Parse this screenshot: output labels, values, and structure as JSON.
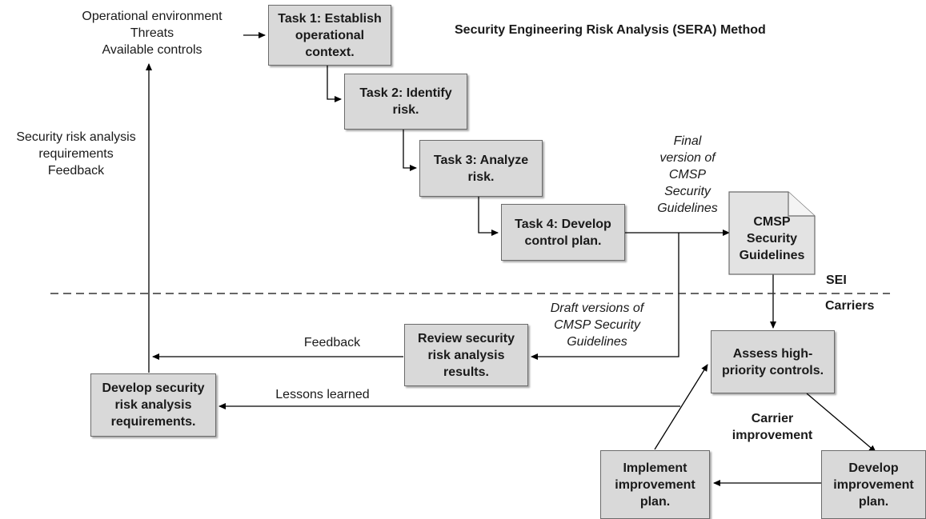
{
  "title": "Security Engineering Risk Analysis (SERA) Method",
  "tasks": {
    "task1": "Task 1: Establish\noperational\ncontext.",
    "task2": "Task 2: Identify\nrisk.",
    "task3": "Task 3: Analyze\nrisk.",
    "task4": "Task 4: Develop\ncontrol plan."
  },
  "inputs": "Operational environment\nThreats\nAvailable controls",
  "requirements_label": "Security risk analysis\nrequirements\nFeedback",
  "final_version_label": "Final\nversion of\nCMSP\nSecurity\nGuidelines",
  "document": "CMSP\nSecurity\nGuidelines",
  "sei_label": "SEI",
  "carriers_label": "Carriers",
  "draft_label": "Draft  versions of\nCMSP Security\nGuidelines",
  "review_box": "Review security\nrisk analysis\nresults.",
  "feedback_label": "Feedback",
  "develop_req_box": "Develop security\nrisk analysis\nrequirements.",
  "lessons_label": "Lessons learned",
  "assess_box": "Assess high-\npriority controls.",
  "carrier_improvement": "Carrier\nimprovement",
  "implement_box": "Implement\nimprovement\nplan.",
  "develop_plan_box": "Develop\nimprovement\nplan.",
  "colors": {
    "box_fill": "#d9d9d9",
    "box_border": "#6b6b6b",
    "line": "#000000"
  }
}
